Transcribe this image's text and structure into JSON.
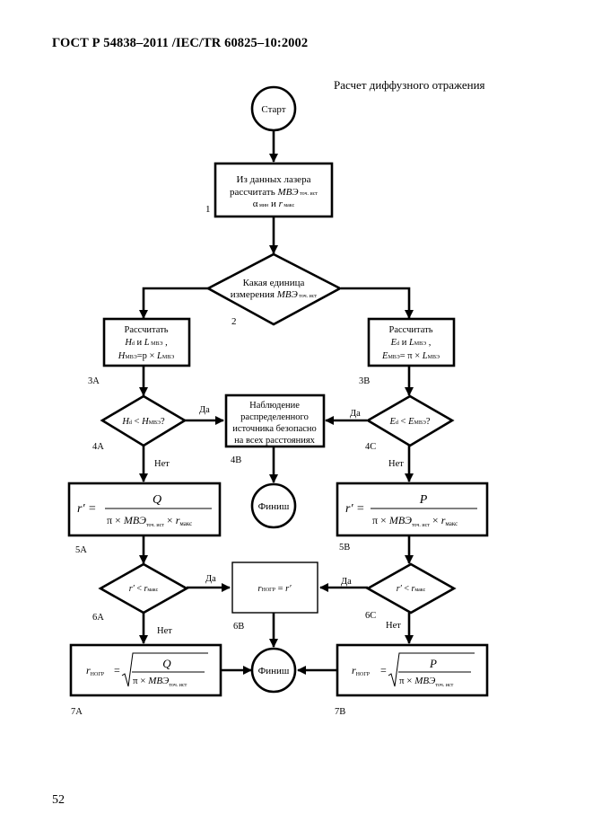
{
  "header": {
    "doc_id": "ГОСТ Р 54838–2011 /IEC/TR 60825–10:2002",
    "section_title": "Расчет диффузного отражения",
    "page_number": "52"
  },
  "flowchart": {
    "start": "Старт",
    "finish": "Финиш",
    "step1": {
      "line1": "Из данных лазера",
      "line2_a": "рассчитать ",
      "line2_b": "МВЭ",
      "line2_c": " точ. ист",
      "line3_a": "α",
      "line3_b": " мин",
      "line3_c": " и ",
      "line3_d": "r",
      "line3_e": " макс",
      "label": "1"
    },
    "step2": {
      "line1": "Какая единица",
      "line2_a": "измерения ",
      "line2_b": "МВЭ",
      "line2_c": " точ. ист",
      "label": "2"
    },
    "step3a": {
      "line1": "Рассчитать",
      "line2": "H",
      "line2_sub": "d",
      "line2_b": " и ",
      "line2_c": "L",
      "line2_d": " МВЭ",
      "line2_e": " ,",
      "line3": "H",
      "line3_sub": "МВЭ",
      "line3_b": "=p × ",
      "line3_c": "L",
      "line3_d": "МВЭ",
      "label": "3A"
    },
    "step3b": {
      "line1": "Рассчитать",
      "line2": "E",
      "line2_sub": "d",
      "line2_b": " и ",
      "line2_c": "L",
      "line2_d": "МВЭ",
      "line2_e": " ,",
      "line3": "E",
      "line3_sub": "МВЭ",
      "line3_b": "= π × ",
      "line3_c": "L",
      "line3_d": "МВЭ",
      "label": "3B"
    },
    "step4a": {
      "lhs": "H",
      "lhs_sub": "d",
      "op": " < ",
      "rhs": "H",
      "rhs_sub": "МВЭ",
      "q": "?",
      "label": "4A",
      "yes": "Да",
      "no": "Нет"
    },
    "step4b": {
      "line1": "Наблюдение",
      "line2": "распределенного",
      "line3": "источника безопасно",
      "line4": "на всех расстояниях",
      "label": "4B"
    },
    "step4c": {
      "lhs": "E",
      "lhs_sub": "d",
      "op": " < ",
      "rhs": "E",
      "rhs_sub": "МВЭ",
      "q": "?",
      "label": "4C",
      "yes": "Да",
      "no": "Нет"
    },
    "step5a": {
      "lhs": "r′ =",
      "num": "Q",
      "den_a": "π × ",
      "den_b": "МВЭ",
      "den_c": "точ. ист",
      "den_d": " × ",
      "den_e": "r",
      "den_f": "макс",
      "label": "5A"
    },
    "step5b": {
      "lhs": "r′ =",
      "num": "P",
      "den_a": "π × ",
      "den_b": "МВЭ",
      "den_c": "точ. ист",
      "den_d": " × ",
      "den_e": "r",
      "den_f": "макс",
      "label": "5B"
    },
    "step6a": {
      "lhs": "r′",
      "op": " < ",
      "rhs": "r",
      "rhs_sub": "макс",
      "label": "6A",
      "yes": "Да",
      "no": "Нет"
    },
    "step6b": {
      "a": "r",
      "a_sub": "НОГР",
      "b": " = ",
      "c": "r′",
      "label": "6B"
    },
    "step6c": {
      "lhs": "r′",
      "op": " < ",
      "rhs": "r",
      "rhs_sub": "макс",
      "label": "6C",
      "yes": "Да",
      "no": "Нет"
    },
    "step7a": {
      "lhs": "r",
      "lhs_sub": "НОГР",
      "eq": "=",
      "num": "Q",
      "den_a": "π × ",
      "den_b": "МВЭ",
      "den_c": "точ. ист",
      "label": "7A"
    },
    "step7b": {
      "lhs": "r",
      "lhs_sub": "НОГР",
      "eq": "=",
      "num": "P",
      "den_a": "π × ",
      "den_b": "МВЭ",
      "den_c": "точ. ист",
      "label": "7B"
    }
  }
}
